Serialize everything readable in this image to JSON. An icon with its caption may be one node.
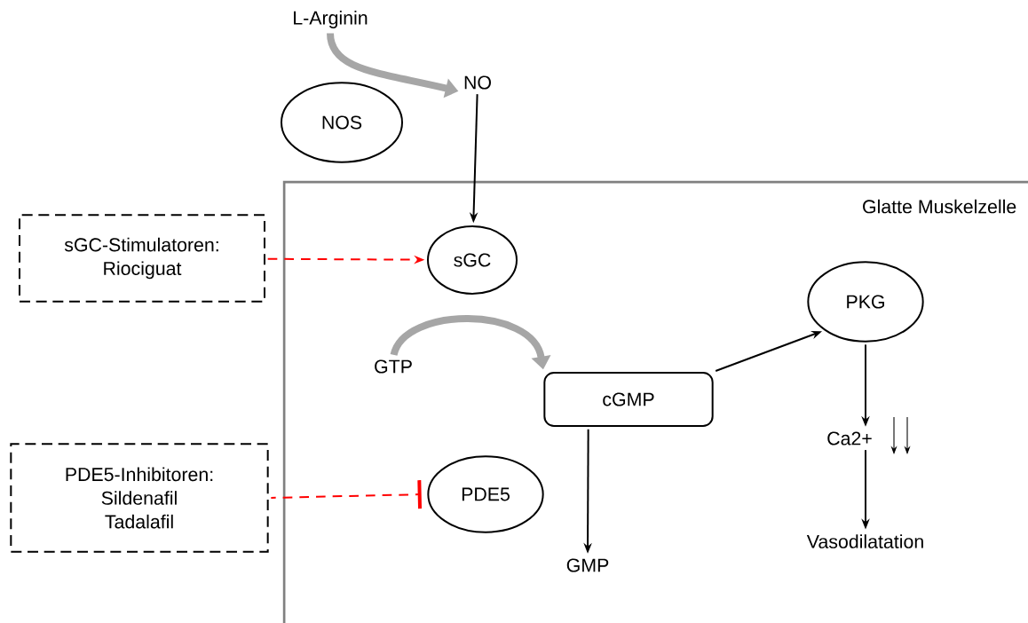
{
  "diagram": {
    "nodes": [
      {
        "text": [
          "Glatte Muskelzelle"
        ]
      },
      {
        "text": [
          "L-Arginin"
        ]
      },
      {
        "text": [
          "NOS"
        ]
      },
      {
        "text": [
          "NO"
        ]
      },
      {
        "text": [
          "sGC-Stimulatoren:",
          "Riociguat"
        ]
      },
      {
        "text": [
          "sGC"
        ],
        "in": 0
      },
      {
        "text": [
          "GTP"
        ],
        "in": 0
      },
      {
        "text": [
          "cGMP"
        ],
        "in": 0
      },
      {
        "text": [
          "PKG"
        ],
        "in": 0
      },
      {
        "text": [
          "PDE5-Inhibitoren:",
          "Sildenafil",
          "Tadalafil"
        ]
      },
      {
        "text": [
          "PDE5"
        ],
        "in": 0
      },
      {
        "text": [
          "GMP"
        ],
        "in": 0
      },
      {
        "text": [
          "Ca2+"
        ],
        "in": 0
      },
      {
        "text": [
          "Vasodilatation"
        ],
        "in": 0
      }
    ],
    "edges": [
      {
        "from": 1,
        "to": 3,
        "arrow": "to",
        "style": "thick",
        "color": "#a6a6a6"
      },
      {
        "from": 3,
        "to": 5,
        "arrow": "to"
      },
      {
        "from": 4,
        "to": 5,
        "arrow": "to",
        "style": "dashed",
        "color": "#ff0000"
      },
      {
        "from": 6,
        "to": 7,
        "arrow": "to",
        "style": "thick",
        "color": "#a6a6a6"
      },
      {
        "from": 7,
        "to": 8,
        "arrow": "to"
      },
      {
        "from": 9,
        "to": 10,
        "arrow": "other",
        "style": "dashed",
        "color": "#ff0000"
      },
      {
        "from": 7,
        "to": 11,
        "arrow": "to"
      },
      {
        "from": 8,
        "to": 12,
        "arrow": "to"
      },
      {
        "from": 12,
        "to": 13,
        "arrow": "to"
      }
    ]
  }
}
